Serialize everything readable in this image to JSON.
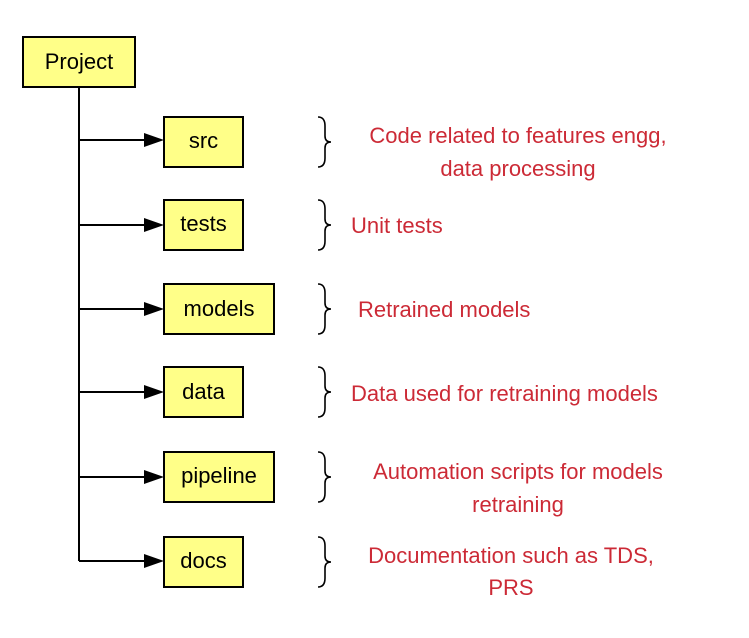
{
  "root": {
    "label": "Project"
  },
  "items": [
    {
      "label": "src",
      "description": [
        "Code related to features engg,",
        "data processing"
      ]
    },
    {
      "label": "tests",
      "description": [
        "Unit tests"
      ]
    },
    {
      "label": "models",
      "description": [
        "Retrained models"
      ]
    },
    {
      "label": "data",
      "description": [
        "Data used for retraining models"
      ]
    },
    {
      "label": "pipeline",
      "description": [
        "Automation scripts for models",
        "retraining"
      ]
    },
    {
      "label": "docs",
      "description": [
        "Documentation such as TDS,",
        "PRS"
      ]
    }
  ],
  "colors": {
    "box_fill": "#ffff88",
    "box_stroke": "#000000",
    "description_text": "#cc2a36",
    "connector": "#000000"
  }
}
